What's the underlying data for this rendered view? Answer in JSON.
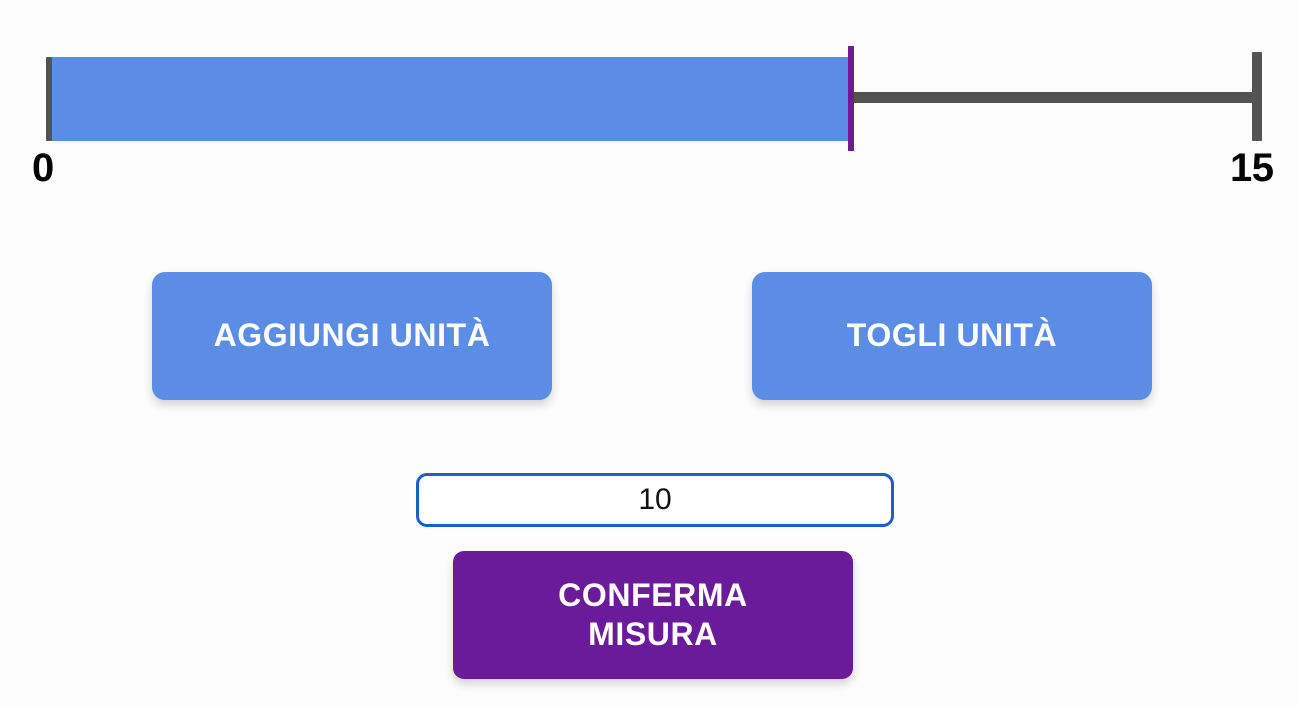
{
  "slider": {
    "min_label": "0",
    "max_label": "15",
    "min_value": 0,
    "max_value": 15,
    "current_value": 10,
    "fill_color": "#5b8de4",
    "marker_color": "#6a1b9a",
    "track_color": "#535353"
  },
  "buttons": {
    "add_unit": "AGGIUNGI UNITÀ",
    "remove_unit": "TOGLI UNITÀ",
    "confirm_line1": "CONFERMA",
    "confirm_line2": "MISURA",
    "unit_button_color": "#5b8de4",
    "confirm_button_color": "#6a1b9a"
  },
  "input": {
    "value": "10",
    "placeholder": "",
    "border_color": "#1a5fc4"
  }
}
